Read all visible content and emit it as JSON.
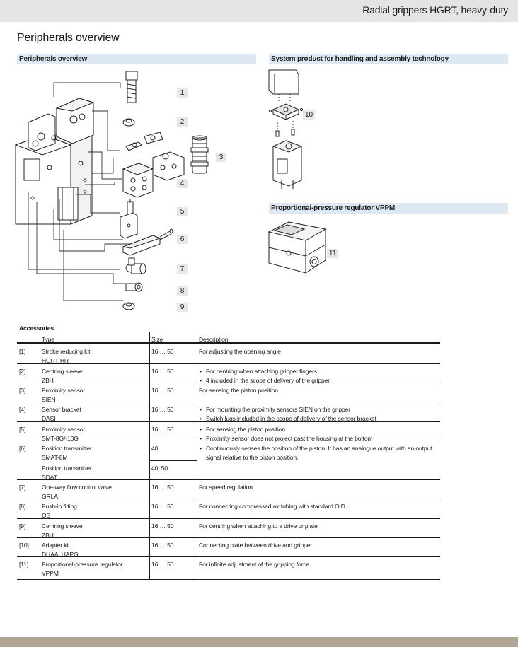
{
  "header": {
    "doc_title": "Radial grippers HGRT, heavy-duty"
  },
  "page_title": "Peripherals overview",
  "sections": {
    "left": "Peripherals overview",
    "right_top": "System product for handling and assembly technology",
    "right_bottom": "Proportional-pressure regulator VPPM"
  },
  "callouts": [
    "1",
    "2",
    "3",
    "4",
    "5",
    "6",
    "7",
    "8",
    "9",
    "10",
    "11"
  ],
  "accessories": {
    "title": "Accessories",
    "columns": {
      "type": "Type",
      "size": "Size",
      "description": "Description"
    },
    "rows": [
      {
        "num": "[1]",
        "type": "Stroke reducing kit",
        "code": "HGRT-HR",
        "size": "16 … 50",
        "desc": [
          "For adjusting the opening angle"
        ],
        "bullets": false
      },
      {
        "num": "[2]",
        "type": "Centring sleeve",
        "code": "ZBH",
        "size": "16 … 50",
        "desc": [
          "For centring when attaching gripper fingers",
          "4 included in the scope of delivery of the gripper"
        ],
        "bullets": true
      },
      {
        "num": "[3]",
        "type": "Proximity sensor",
        "code": "SIEN",
        "size": "16 … 50",
        "desc": [
          "For sensing the piston position"
        ],
        "bullets": false
      },
      {
        "num": "[4]",
        "type": "Sensor bracket",
        "code": "DASI",
        "size": "16 … 50",
        "desc": [
          "For mounting the proximity sensors SIEN on the gripper",
          "Switch lugs included in the scope of delivery of the sensor bracket"
        ],
        "bullets": true
      },
      {
        "num": "[5]",
        "type": "Proximity sensor",
        "code": "SMT-8G/-10G",
        "size": "16 … 50",
        "desc": [
          "For sensing the piston position",
          "Proximity sensor does not project past the housing at the bottom"
        ],
        "bullets": true
      },
      {
        "num": "[6]",
        "type": "Position transmitter",
        "code": "SMAT-8M",
        "size": "40",
        "type2": "Position transmitter",
        "code2": "SDAT",
        "size2": "40, 50",
        "desc": [
          "Continuously senses the position of the piston. It has an analogue output with an output signal relative to the piston position."
        ],
        "bullets": true
      },
      {
        "num": "[7]",
        "type": "One-way flow control valve",
        "code": "GRLA",
        "size": "16 … 50",
        "desc": [
          "For speed regulation"
        ],
        "bullets": false
      },
      {
        "num": "[8]",
        "type": "Push-in fitting",
        "code": "QS",
        "size": "16 … 50",
        "desc": [
          "For connecting compressed air tubing with standard O.D."
        ],
        "bullets": false
      },
      {
        "num": "[9]",
        "type": "Centring sleeve",
        "code": "ZBH",
        "size": "16 … 50",
        "desc": [
          "For centring when attaching to a drive or plate"
        ],
        "bullets": false
      },
      {
        "num": "[10]",
        "type": "Adapter kit",
        "code": "DHAA, HAPG",
        "size": "16 … 50",
        "desc": [
          "Connecting plate between drive and gripper"
        ],
        "bullets": false
      },
      {
        "num": "[11]",
        "type": "Proportional-pressure regulator",
        "code": "VPPM",
        "size": "16 … 50",
        "desc": [
          "For infinite adjustment of the gripping force"
        ],
        "bullets": false
      }
    ]
  }
}
